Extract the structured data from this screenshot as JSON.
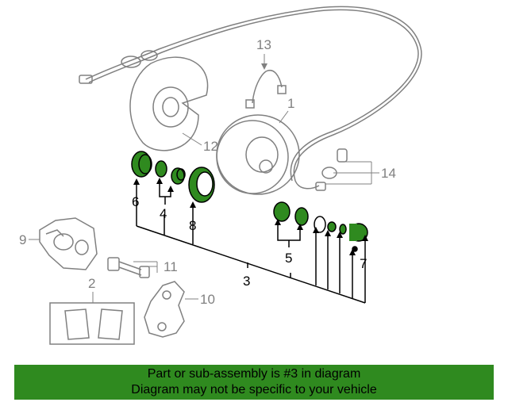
{
  "callouts": {
    "c1": "1",
    "c2": "2",
    "c3": "3",
    "c4": "4",
    "c5": "5",
    "c6": "6",
    "c7": "7",
    "c8": "8",
    "c9": "9",
    "c10": "10",
    "c11": "11",
    "c12": "12",
    "c13": "13",
    "c14": "14"
  },
  "banner": {
    "line1": "Part or sub-assembly is #3 in diagram",
    "line2": "Diagram may not be specific to your vehicle"
  },
  "colors": {
    "highlight": "#2f8a1f",
    "part_outline_grey": "#808080",
    "callout_black": "#000000"
  }
}
